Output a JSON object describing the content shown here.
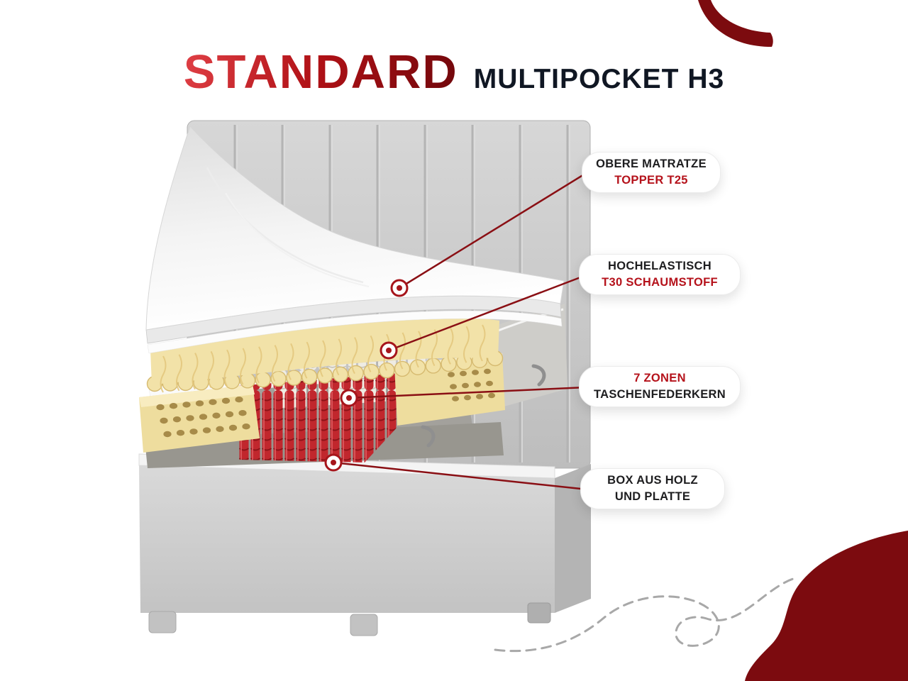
{
  "header": {
    "title": "STANDARD",
    "subtitle": "MULTIPOCKET H3"
  },
  "callouts": [
    {
      "line1": "OBERE MATRATZE",
      "line2": "TOPPER T25"
    },
    {
      "line1": "HOCHELASTISCH",
      "line2": "T30 SCHAUMSTOFF"
    },
    {
      "line1": "7 ZONEN",
      "line2": "TASCHENFEDERKERN"
    },
    {
      "line1": "BOX AUS HOLZ",
      "line2": "UND PLATTE"
    }
  ],
  "colors": {
    "accent_red": "#b5121b",
    "decor_red": "#7c0b0f",
    "heading_dark": "#101723",
    "callout_text": "#1d1d1f",
    "spring_red": "#c1272d",
    "foam_yellow": "#f2e2a8"
  }
}
